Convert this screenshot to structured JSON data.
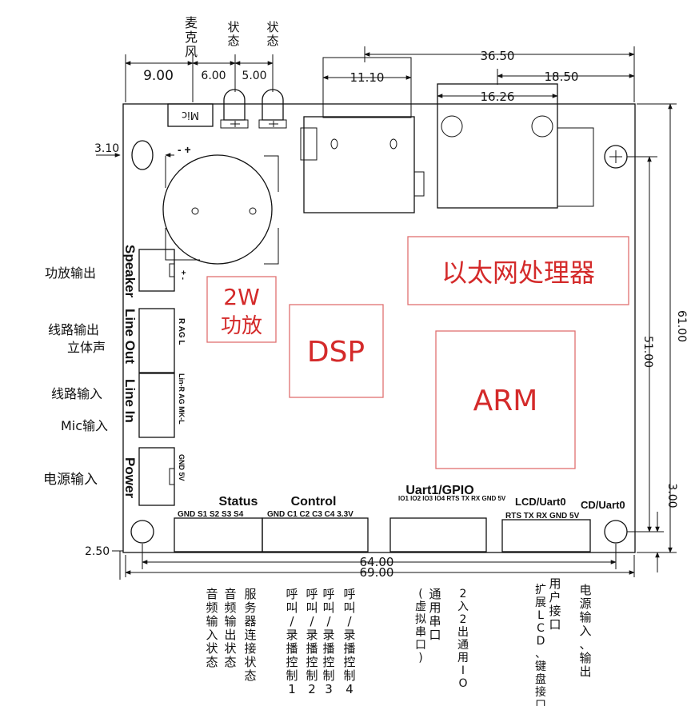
{
  "top_labels": {
    "microphone": [
      "麦",
      "克",
      "风"
    ],
    "status_a": [
      "状",
      "态"
    ],
    "status_b": [
      "状",
      "态"
    ]
  },
  "dimensions": {
    "d_9": "9.00",
    "d_6": "6.00",
    "d_5": "5.00",
    "d_11": "11.10",
    "d_36": "36.50",
    "d_18": "18.50",
    "d_16": "16.26",
    "d_3_10": "3.10",
    "d_51": "51.00",
    "d_61": "61.00",
    "d_3_00": "3.00",
    "d_2_50": "2.50",
    "d_64": "64.00",
    "d_69": "69.00"
  },
  "board_labels": {
    "mic": "Mic",
    "minus_plus": "-  +",
    "plus": "+",
    "ethernet": "以太网处理器",
    "amp_line1": "2W",
    "amp_line2": "功放",
    "dsp": "DSP",
    "arm": "ARM",
    "speaker": "Speaker",
    "line_out": "Line Out",
    "line_in": "Line In",
    "power": "Power",
    "speaker_pins": "+ -",
    "lineout_pins": "R AG L",
    "linein_pins": "Lin-R AG MK-L",
    "power_pins": "GND 5V",
    "status_title": "Status",
    "status_pins": "GND S1 S2 S3 S4",
    "control_title": "Control",
    "control_pins": "GND C1 C2 C3 C4 3.3V",
    "uart1_title": "Uart1/GPIO",
    "uart1_pins": "IO1 IO2 IO3 IO4 RTS TX RX GND 5V",
    "lcd_title_a": "LCD/Uart0",
    "lcd_title_b": "CD/Uart0",
    "lcd_pins": "RTS TX RX GND 5V"
  },
  "left_labels": {
    "speaker_out": "功放输出",
    "line_out_1": "线路输出",
    "line_out_2": "立体声",
    "line_in": "线路输入",
    "mic_in": "Mic输入",
    "power_in": "电源输入"
  },
  "bottom_labels": {
    "audio_in_status": [
      "音",
      "频",
      "输",
      "入",
      "状",
      "态"
    ],
    "audio_out_status": [
      "音",
      "频",
      "输",
      "出",
      "状",
      "态"
    ],
    "server_status": [
      "服",
      "务",
      "器",
      "连",
      "接",
      "状",
      "态"
    ],
    "call_ctrl_1": [
      "呼",
      "叫",
      "/",
      "录",
      "播",
      "控",
      "制",
      "1"
    ],
    "call_ctrl_3": [
      "呼",
      "叫",
      "/",
      "录",
      "播",
      "控",
      "制",
      "3"
    ],
    "call_ctrl_2": [
      "呼",
      "叫",
      "/",
      "录",
      "播",
      "控",
      "制",
      "2"
    ],
    "call_ctrl_4": [
      "呼",
      "叫",
      "/",
      "录",
      "播",
      "控",
      "制",
      "4"
    ],
    "virtual_serial": [
      "(",
      "虚",
      "拟",
      "串",
      "口",
      ")"
    ],
    "general_serial": [
      "通",
      "用",
      "串",
      "口"
    ],
    "gpio": [
      "2",
      "入",
      "2",
      "出",
      "通",
      "用",
      "I",
      "O"
    ],
    "user_port": [
      "用",
      "户",
      "接",
      "口"
    ],
    "expand_lcd": [
      "扩",
      "展",
      "L",
      "C",
      "D",
      "、",
      "键",
      "盘",
      "接",
      "口"
    ],
    "power_io": [
      "电",
      "源",
      "输",
      "入",
      "、",
      "输",
      "出"
    ]
  },
  "colors": {
    "accent_red": "#d42a2a",
    "frame_red": "#e07070",
    "line": "#111111"
  }
}
